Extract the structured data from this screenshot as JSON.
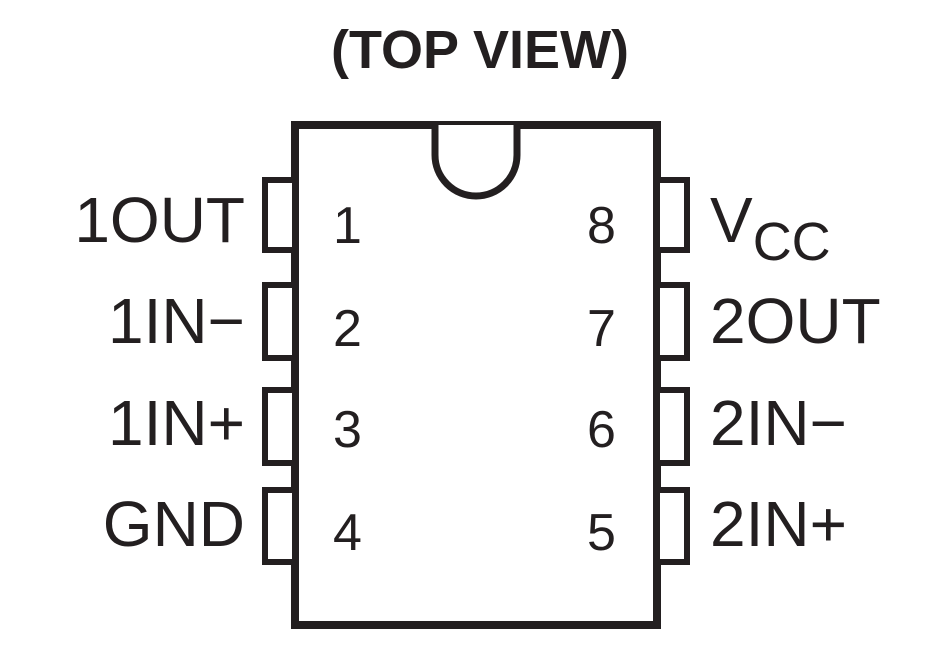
{
  "title": "(TOP VIEW)",
  "pins_left": [
    {
      "number": "1",
      "label": "1OUT"
    },
    {
      "number": "2",
      "label": "1IN−"
    },
    {
      "number": "3",
      "label": "1IN+"
    },
    {
      "number": "4",
      "label": "GND"
    }
  ],
  "pins_right": [
    {
      "number": "8",
      "label_main": "V",
      "label_sub": "CC"
    },
    {
      "number": "7",
      "label": "2OUT"
    },
    {
      "number": "6",
      "label": "2IN−"
    },
    {
      "number": "5",
      "label": "2IN+"
    }
  ],
  "colors": {
    "ink": "#231f20",
    "background": "#ffffff"
  }
}
